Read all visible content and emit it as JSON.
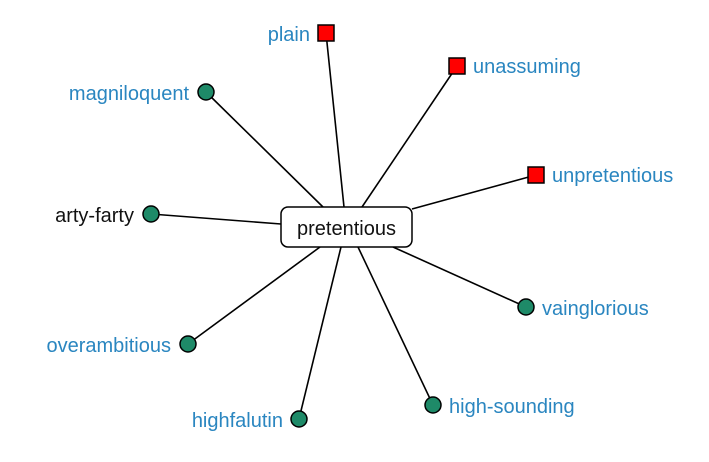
{
  "center": {
    "label": "pretentious"
  },
  "nodes": [
    {
      "id": "plain",
      "label": "plain",
      "kind": "antonym",
      "link": true
    },
    {
      "id": "unassuming",
      "label": "unassuming",
      "kind": "antonym",
      "link": true
    },
    {
      "id": "unpretentious",
      "label": "unpretentious",
      "kind": "antonym",
      "link": true
    },
    {
      "id": "magniloquent",
      "label": "magniloquent",
      "kind": "synonym",
      "link": true
    },
    {
      "id": "arty-farty",
      "label": "arty-farty",
      "kind": "synonym",
      "link": false
    },
    {
      "id": "overambitious",
      "label": "overambitious",
      "kind": "synonym",
      "link": true
    },
    {
      "id": "highfalutin",
      "label": "highfalutin",
      "kind": "synonym",
      "link": true
    },
    {
      "id": "high-sounding",
      "label": "high-sounding",
      "kind": "synonym",
      "link": true
    },
    {
      "id": "vainglorious",
      "label": "vainglorious",
      "kind": "synonym",
      "link": true
    }
  ],
  "colors": {
    "link_text": "#2a86c0",
    "plain_text": "#111111",
    "synonym_marker": "#1e8a68",
    "antonym_marker": "#ff0000",
    "edge": "#000000"
  }
}
